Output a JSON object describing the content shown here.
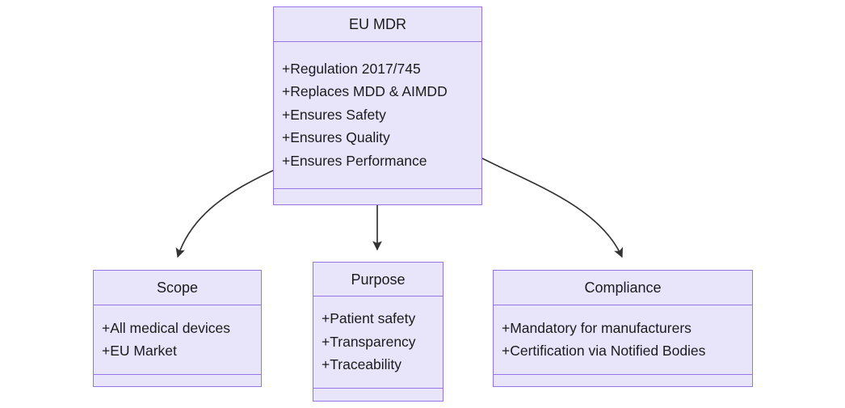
{
  "diagram": {
    "type": "uml-class-diagram",
    "colors": {
      "node_fill": "#e8e5fa",
      "node_border": "#9673e6",
      "text": "#1b1b1b",
      "edge": "#333333",
      "background": "#ffffff"
    },
    "nodes": [
      {
        "id": "eu-mdr",
        "title": "EU MDR",
        "attributes": [
          "+Regulation 2017/745",
          "+Replaces MDD & AIMDD",
          "+Ensures Safety",
          "+Ensures Quality",
          "+Ensures Performance"
        ],
        "methods": []
      },
      {
        "id": "scope",
        "title": "Scope",
        "attributes": [
          "+All medical devices",
          "+EU Market"
        ],
        "methods": []
      },
      {
        "id": "purpose",
        "title": "Purpose",
        "attributes": [
          "+Patient safety",
          "+Transparency",
          "+Traceability"
        ],
        "methods": []
      },
      {
        "id": "compliance",
        "title": "Compliance",
        "attributes": [
          "+Mandatory for manufacturers",
          "+Certification via Notified Bodies"
        ],
        "methods": []
      }
    ],
    "edges": [
      {
        "id": "eu-mdr-to-scope",
        "from": "eu-mdr",
        "to": "scope",
        "arrow": "filled-triangle"
      },
      {
        "id": "eu-mdr-to-purpose",
        "from": "eu-mdr",
        "to": "purpose",
        "arrow": "filled-triangle"
      },
      {
        "id": "eu-mdr-to-compliance",
        "from": "eu-mdr",
        "to": "compliance",
        "arrow": "filled-triangle"
      }
    ]
  }
}
